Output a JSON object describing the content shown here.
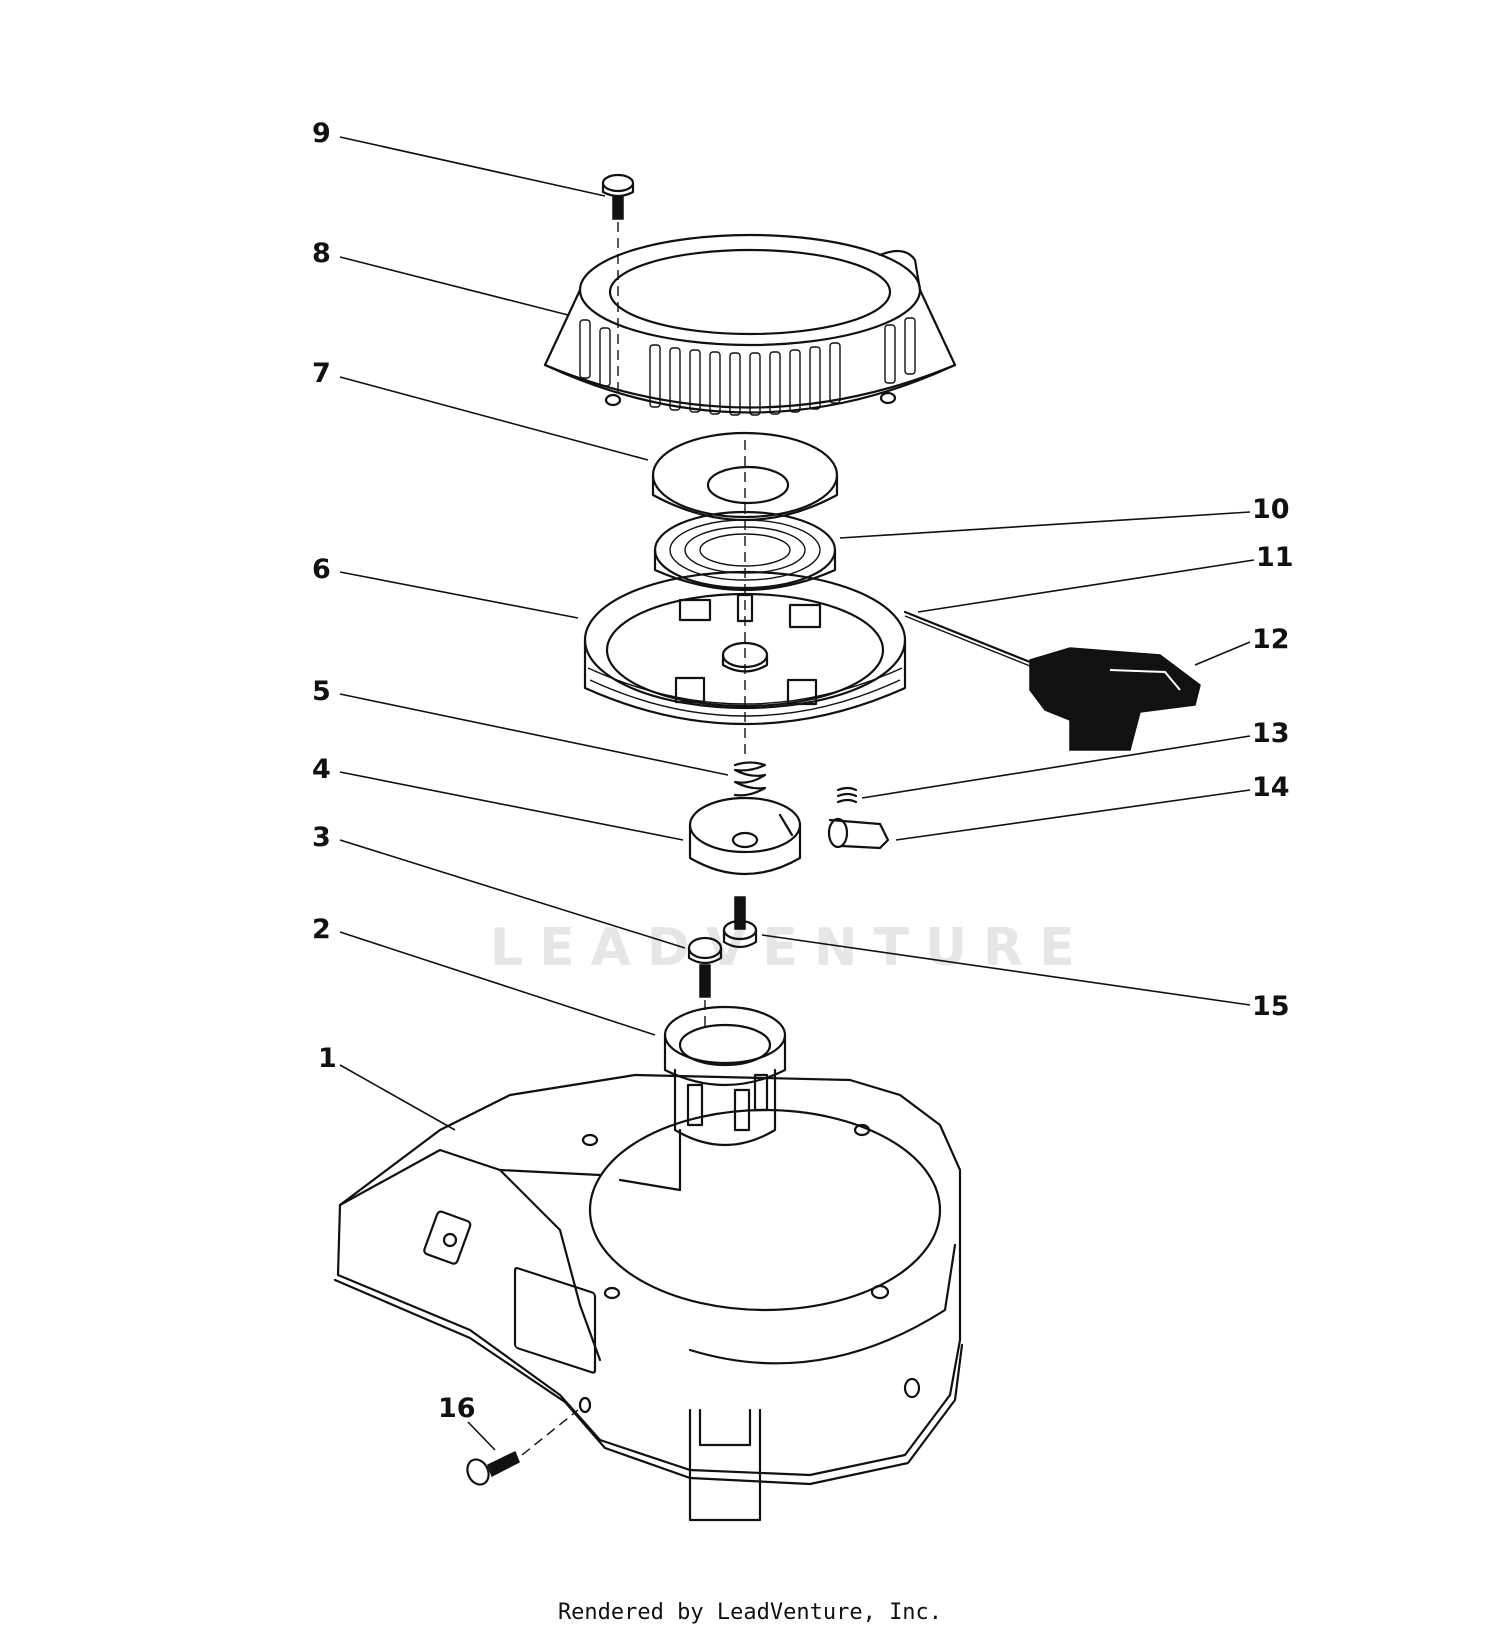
{
  "watermark": "LEADVENTURE",
  "credit": "Rendered by LeadVenture, Inc.",
  "callouts": [
    "1",
    "2",
    "3",
    "4",
    "5",
    "6",
    "7",
    "8",
    "9",
    "10",
    "11",
    "12",
    "13",
    "14",
    "15",
    "16"
  ]
}
